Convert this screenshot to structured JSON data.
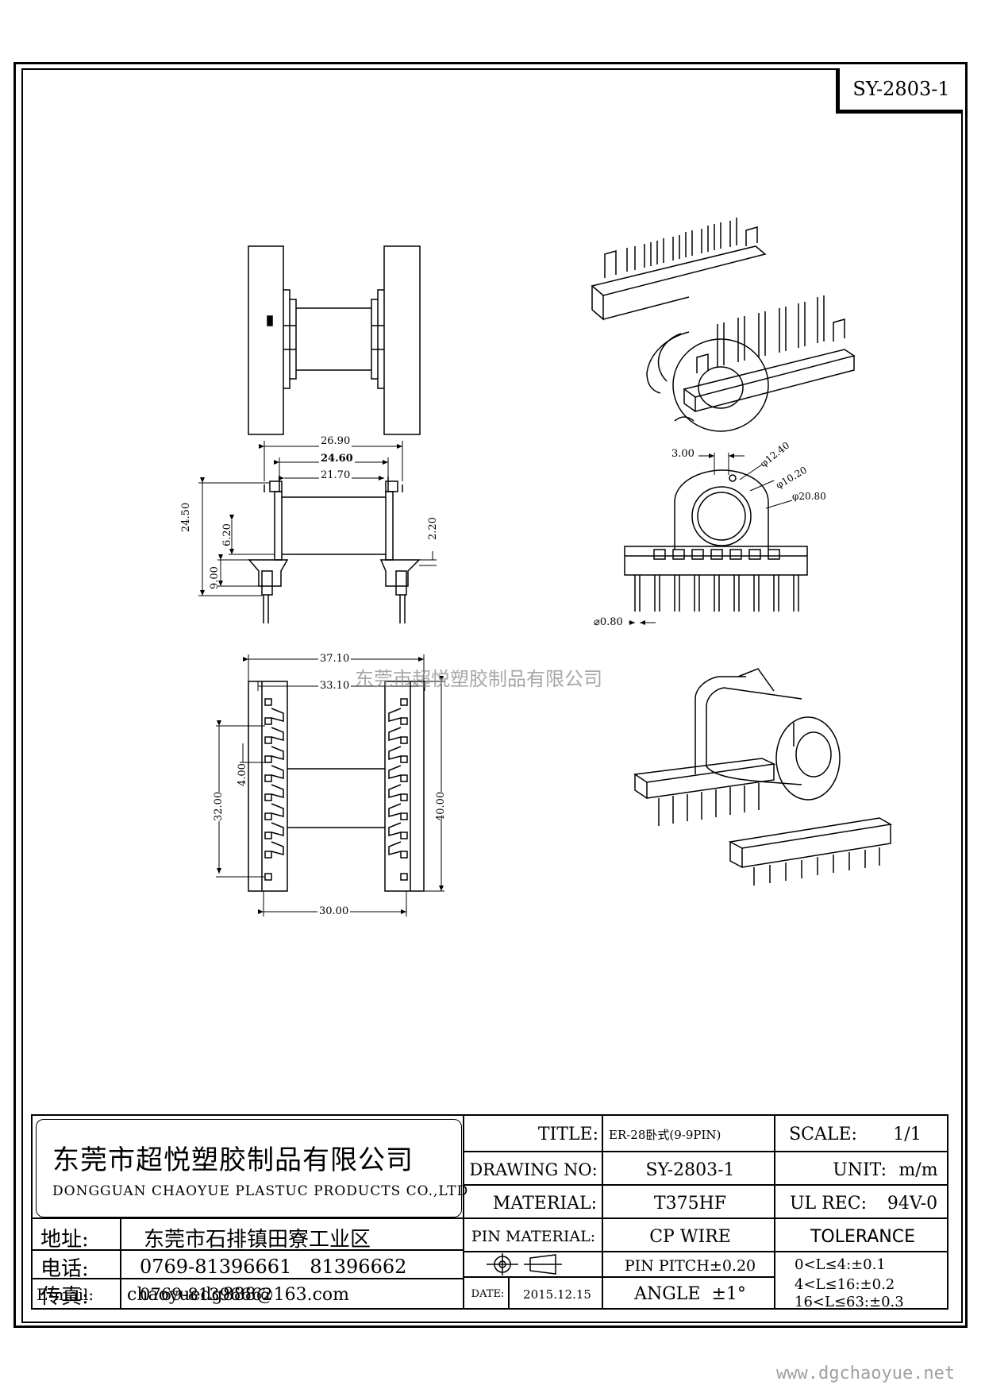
{
  "drawing_number_box": "SY-2803-1",
  "watermark": "东莞市超悦塑胶制品有限公司",
  "website": "www.dgchaoyue.net",
  "dimensions": {
    "d1": "26.90",
    "d2": "24.60",
    "d3": "21.70",
    "d4": "24.50",
    "d5": "6.20",
    "d6": "9.00",
    "d7": "2.20",
    "d8": "37.10",
    "d9": "33.10",
    "d10": "32.00",
    "d11": "4.00",
    "d12": "40.00",
    "d13": "30.00",
    "d14": "3.00",
    "d15": "φ12.40",
    "d16": "φ10.20",
    "d17": "φ20.80",
    "d18": "⌀0.80"
  },
  "title_block": {
    "company_cn": "东莞市超悦塑胶制品有限公司",
    "company_en": "DONGGUAN CHAOYUE PLASTUC PRODUCTS CO.,LTD",
    "address_label": "地址:",
    "address_value": "东莞市石排镇田寮工业区",
    "phone_label": "电话:",
    "phone_value": "0769-81396661   81396662",
    "fax_label": "传真:",
    "fax_value": "0769-81396662",
    "email_label": "E-mail:",
    "email_value": "chaoyuedg888@163.com",
    "title_label": "TITLE:",
    "title_value": "ER-28卧式(9-9PIN)",
    "drawing_no_label": "DRAWING NO:",
    "drawing_no_value": "SY-2803-1",
    "material_label": "MATERIAL:",
    "material_value": "T375HF",
    "pin_material_label": "PIN MATERIAL:",
    "pin_material_value": "CP WIRE",
    "date_label": "DATE:",
    "date_value": "2015.12.15",
    "pin_pitch": "PIN PITCH±0.20",
    "angle": "ANGLE  ±1°",
    "scale_label": "SCALE:",
    "scale_value": "1/1",
    "unit_label": "UNIT:",
    "unit_value": "m/m",
    "ul_label": "UL REC:",
    "ul_value": "94V-0",
    "tolerance_label": "TOLERANCE",
    "tol1": "0<L≤4:±0.1",
    "tol2": "4<L≤16:±0.2",
    "tol3": "16<L≤63:±0.3"
  }
}
